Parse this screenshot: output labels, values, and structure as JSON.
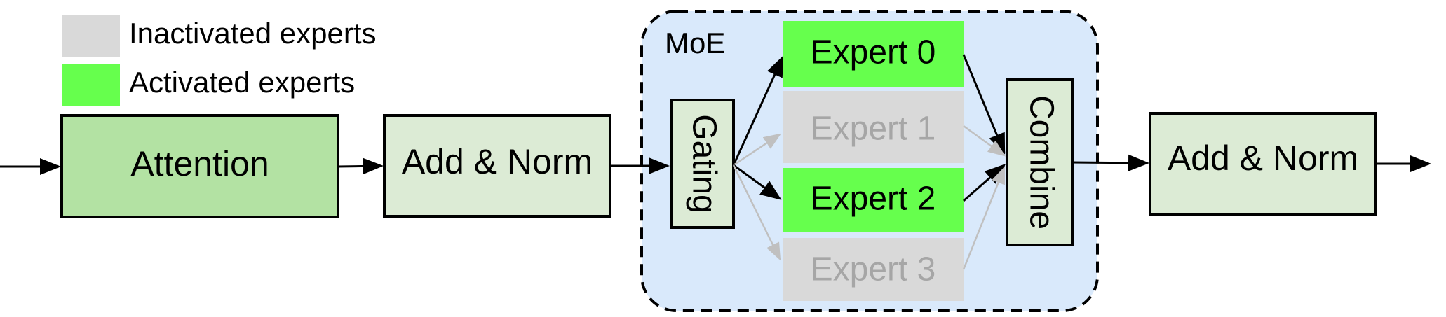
{
  "legend": {
    "inactive_label": "Inactivated experts",
    "active_label": "Activated experts"
  },
  "blocks": {
    "attention": "Attention",
    "add_norm_1": "Add & Norm",
    "add_norm_2": "Add & Norm",
    "moe_label": "MoE",
    "gating": "Gating",
    "combine": "Combine"
  },
  "experts": [
    {
      "label": "Expert 0",
      "active": true
    },
    {
      "label": "Expert 1",
      "active": false
    },
    {
      "label": "Expert 2",
      "active": true
    },
    {
      "label": "Expert 3",
      "active": false
    }
  ],
  "colors": {
    "active_expert": "#66ff4d",
    "inactive_expert": "#d9d9d9",
    "attention_fill": "#b3e2a3",
    "block_fill": "#dcebd5",
    "moe_background": "#d9e9fb",
    "inactive_text": "#a6a6a6",
    "inactive_arrow": "#c0c0c0"
  }
}
